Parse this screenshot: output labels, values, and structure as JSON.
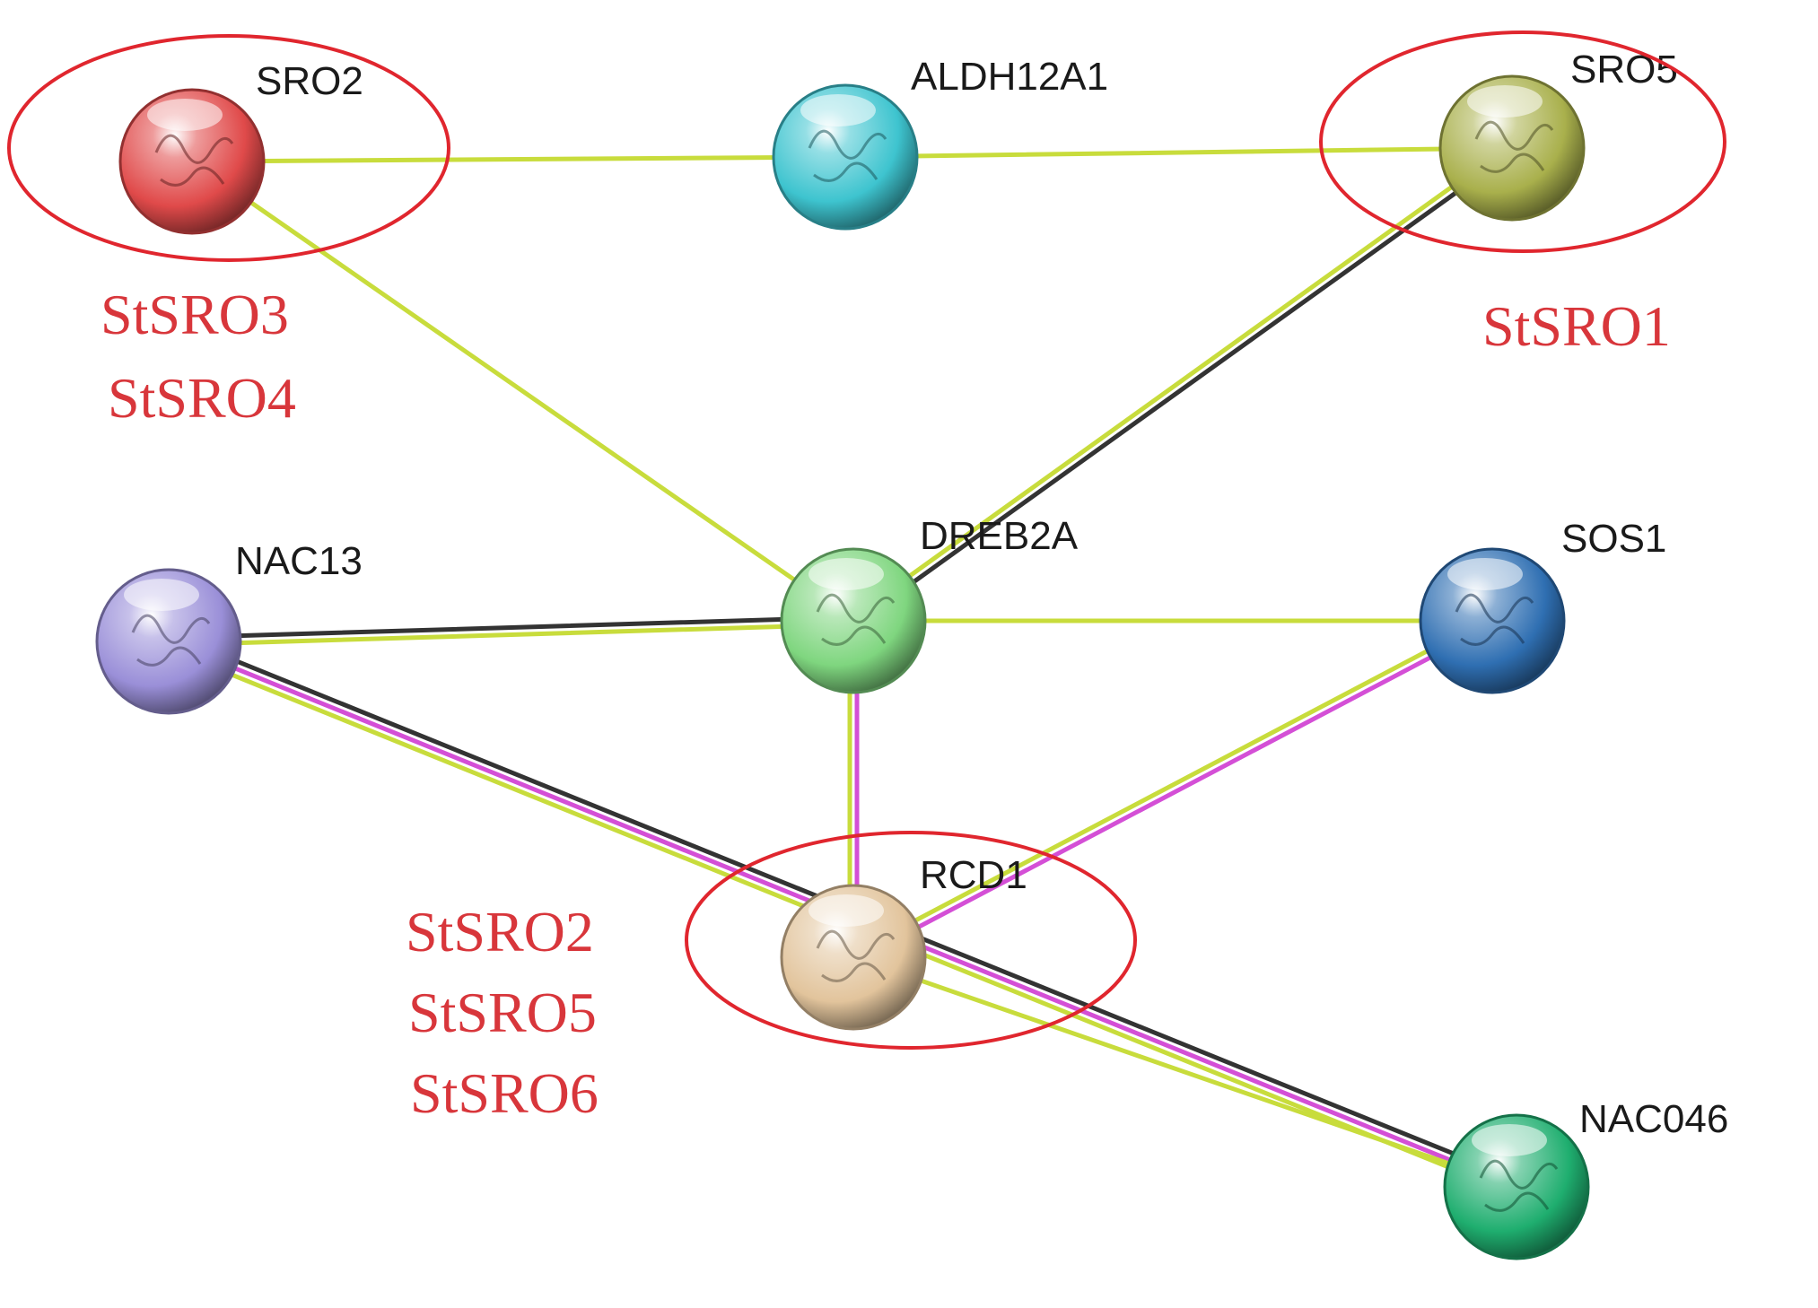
{
  "colors": {
    "background": "#ffffff",
    "highlight": "#e0262e",
    "group_text": "#d8363b",
    "label_text": "#1a1a1a",
    "edge_experimental": "#c8dc3c",
    "edge_coexpression": "#333333",
    "edge_textmining": "#d44fd6"
  },
  "nodes": [
    {
      "id": "SRO2",
      "label": "SRO2",
      "color": "#e04a4a"
    },
    {
      "id": "ALDH12A1",
      "label": "ALDH12A1",
      "color": "#3ec4cf"
    },
    {
      "id": "SRO5",
      "label": "SRO5",
      "color": "#a9b04c"
    },
    {
      "id": "DREB2A",
      "label": "DREB2A",
      "color": "#7fd67f"
    },
    {
      "id": "NAC13",
      "label": "NAC13",
      "color": "#9a8fd8"
    },
    {
      "id": "SOS1",
      "label": "SOS1",
      "color": "#2f6fb2"
    },
    {
      "id": "RCD1",
      "label": "RCD1",
      "color": "#e2c49c"
    },
    {
      "id": "NAC046",
      "label": "NAC046",
      "color": "#1fae6f"
    }
  ],
  "edges": [
    {
      "source": "SRO2",
      "target": "ALDH12A1",
      "evidence": [
        "experimental"
      ]
    },
    {
      "source": "ALDH12A1",
      "target": "SRO5",
      "evidence": [
        "experimental"
      ]
    },
    {
      "source": "SRO2",
      "target": "DREB2A",
      "evidence": [
        "experimental"
      ]
    },
    {
      "source": "SRO5",
      "target": "DREB2A",
      "evidence": [
        "coexpression",
        "experimental"
      ]
    },
    {
      "source": "NAC13",
      "target": "DREB2A",
      "evidence": [
        "coexpression",
        "experimental"
      ]
    },
    {
      "source": "DREB2A",
      "target": "SOS1",
      "evidence": [
        "experimental"
      ]
    },
    {
      "source": "DREB2A",
      "target": "RCD1",
      "evidence": [
        "textmining",
        "experimental"
      ]
    },
    {
      "source": "SOS1",
      "target": "RCD1",
      "evidence": [
        "textmining",
        "experimental"
      ]
    },
    {
      "source": "NAC13",
      "target": "NAC046",
      "evidence": [
        "coexpression",
        "textmining",
        "experimental"
      ]
    },
    {
      "source": "RCD1",
      "target": "NAC046",
      "evidence": [
        "experimental"
      ]
    }
  ],
  "highlights": [
    {
      "id": "sro2-highlight",
      "around": "SRO2",
      "group_lines": [
        "StSRO3",
        "StSRO4"
      ]
    },
    {
      "id": "sro5-highlight",
      "around": "SRO5",
      "group_lines": [
        "StSRO1"
      ]
    },
    {
      "id": "rcd1-highlight",
      "around": "RCD1",
      "group_lines": [
        "StSRO2",
        "StSRO5",
        "StSRO6"
      ]
    }
  ]
}
